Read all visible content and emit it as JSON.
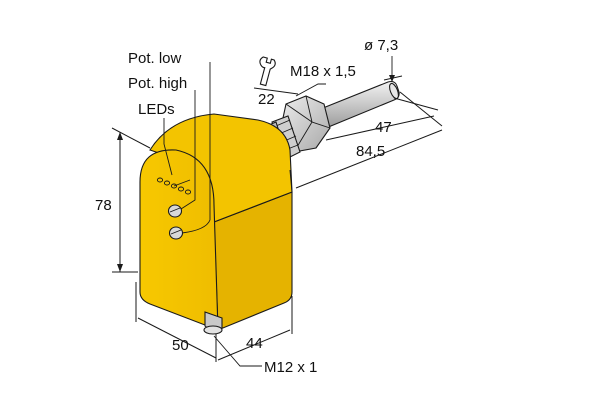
{
  "callouts": {
    "pot_low": "Pot. low",
    "pot_high": "Pot. high",
    "leds": "LEDs"
  },
  "dimensions": {
    "diameter": "ø 7,3",
    "thread": "M18 x 1,5",
    "wrench_size": "22",
    "probe_length": "47",
    "total_length": "84,5",
    "height": "78",
    "width": "50",
    "depth": "44",
    "connector": "M12 x 1"
  },
  "colors": {
    "housing": "#f5c400",
    "housing_dark": "#d9a800",
    "metal": "#d4d4d4",
    "outline": "#1a1a1a"
  },
  "icons": [
    "wrench-icon"
  ]
}
